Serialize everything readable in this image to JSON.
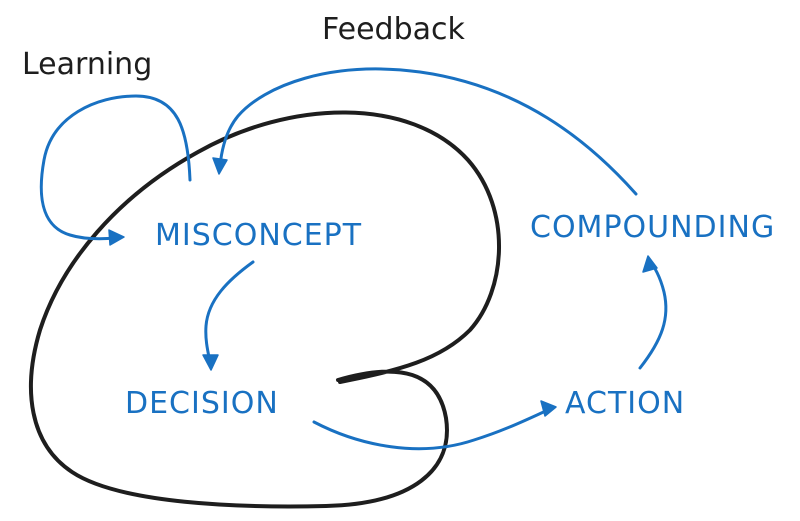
{
  "labels": {
    "feedback": "Feedback",
    "learning": "Learning",
    "misconcept": "MISCONCEPT",
    "compounding": "COMPOUNDING",
    "decision": "DECISION",
    "action": "ACTION"
  },
  "colors": {
    "ink": "#1e1e1e",
    "accent": "#1971c2",
    "background": "#ffffff"
  }
}
